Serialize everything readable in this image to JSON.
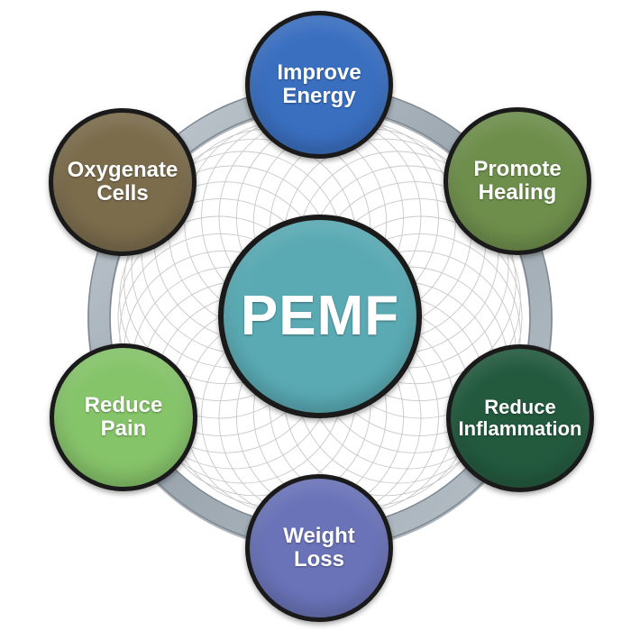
{
  "diagram": {
    "center": {
      "label": "PEMF",
      "color": "#5aaab4"
    },
    "nodes": [
      {
        "id": "improve-energy",
        "label": "Improve\nEnergy",
        "color": "#3a6fc0"
      },
      {
        "id": "promote-healing",
        "label": "Promote\nHealing",
        "color": "#6e8f4c"
      },
      {
        "id": "reduce-inflammation",
        "label": "Reduce\nInflammation",
        "color": "#235a3e"
      },
      {
        "id": "weight-loss",
        "label": "Weight\nLoss",
        "color": "#6a73b8"
      },
      {
        "id": "reduce-pain",
        "label": "Reduce\nPain",
        "color": "#86c46a"
      },
      {
        "id": "oxygenate-cells",
        "label": "Oxygenate\nCells",
        "color": "#7b6c4c"
      }
    ],
    "ring_color": "#a9b3bc",
    "mesh_color": "#c8c8c8"
  }
}
